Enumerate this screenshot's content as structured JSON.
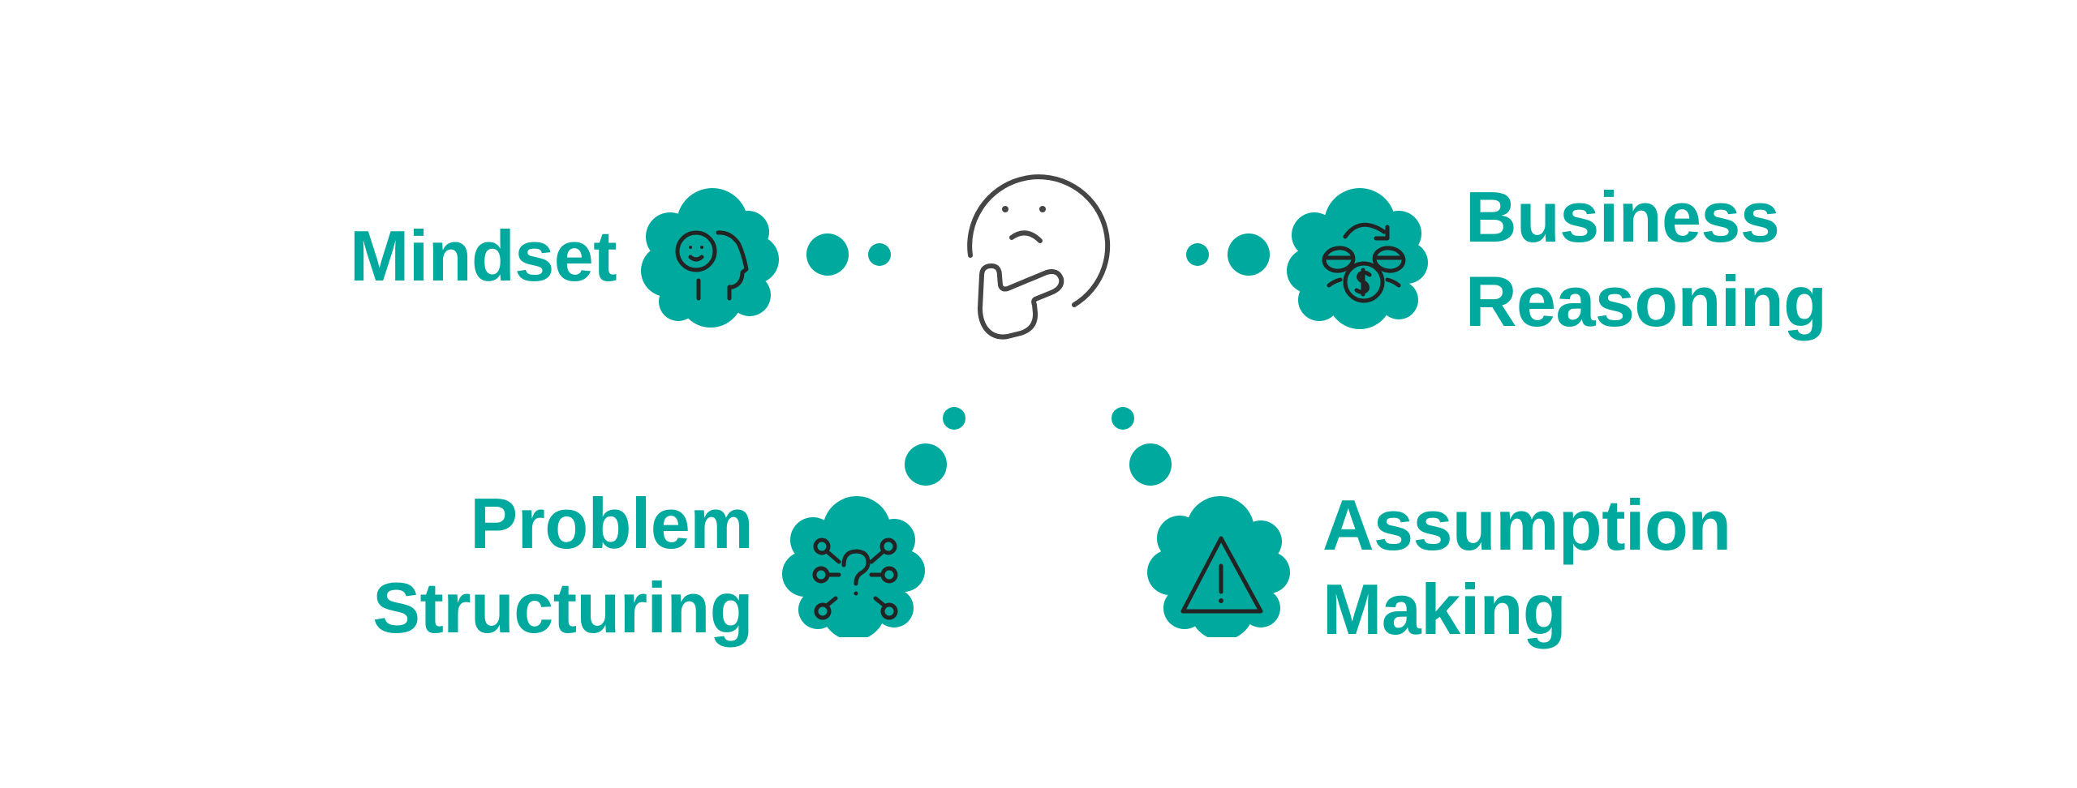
{
  "diagram": {
    "accent_color": "#00A99D",
    "icon_stroke_color": "#232323",
    "center_stroke_color": "#454545",
    "center": {
      "icon": "thinking-face-icon"
    },
    "nodes": [
      {
        "id": "mindset",
        "label_lines": [
          "Mindset"
        ],
        "icon": "mindset-head-smiley-icon",
        "position": "top-left"
      },
      {
        "id": "business-reasoning",
        "label_lines": [
          "Business",
          "Reasoning"
        ],
        "icon": "money-exchange-icon",
        "position": "top-right"
      },
      {
        "id": "problem-structuring",
        "label_lines": [
          "Problem",
          "Structuring"
        ],
        "icon": "question-network-icon",
        "position": "bottom-left"
      },
      {
        "id": "assumption-making",
        "label_lines": [
          "Assumption",
          "Making"
        ],
        "icon": "warning-triangle-icon",
        "position": "bottom-right"
      }
    ]
  }
}
